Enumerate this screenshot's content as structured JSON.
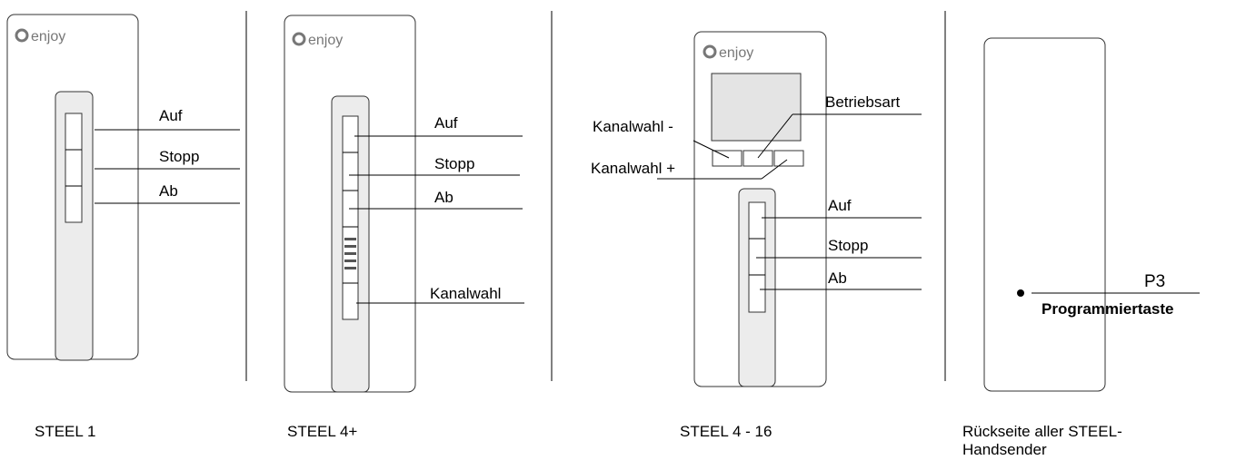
{
  "brand": "enjoy",
  "devices": [
    {
      "caption": "STEEL 1",
      "labels": [
        "Auf",
        "Stopp",
        "Ab"
      ]
    },
    {
      "caption": "STEEL 4+",
      "labels": [
        "Auf",
        "Stopp",
        "Ab",
        "Kanalwahl"
      ]
    },
    {
      "caption": "STEEL 4 - 16",
      "labels": [
        "Betriebsart",
        "Kanalwahl -",
        "Kanalwahl +",
        "Auf",
        "Stopp",
        "Ab"
      ]
    },
    {
      "caption_lines": [
        "Rückseite aller STEEL-",
        "Handsender"
      ],
      "labels": [
        "P3",
        "Programmiertaste"
      ]
    }
  ]
}
